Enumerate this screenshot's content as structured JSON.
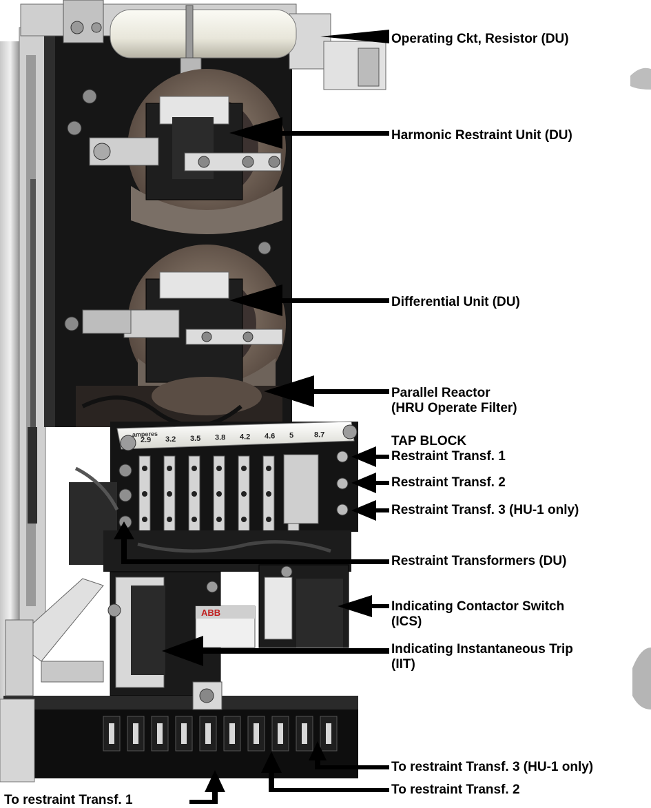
{
  "figure": {
    "labels": {
      "resistor": "Operating Ckt, Resistor (DU)",
      "hru": "Harmonic Restraint Unit (DU)",
      "du": "Differential Unit (DU)",
      "reactor_1": "Parallel Reactor",
      "reactor_2": "(HRU Operate Filter)",
      "tap_block": "TAP BLOCK",
      "rt1": "Restraint Transf. 1",
      "rt2": "Restraint Transf. 2",
      "rt3": "Restraint Transf. 3 (HU-1 only)",
      "rt_du": "Restraint Transformers (DU)",
      "ics_1": "Indicating Contactor Switch",
      "ics_2": "(ICS)",
      "iit_1": "Indicating Instantaneous Trip",
      "iit_2": "(IIT)",
      "to_rt3": "To restraint Transf. 3 (HU-1 only)",
      "to_rt1": "To restraint Transf. 1",
      "to_rt2": "To restraint Transf. 2"
    },
    "tap_values": [
      "2.9",
      "3.2",
      "3.5",
      "3.8",
      "4.2",
      "4.6",
      "5",
      "8.7"
    ],
    "module_markings": {
      "brand": "ABB",
      "strip_header": "amperes"
    }
  }
}
